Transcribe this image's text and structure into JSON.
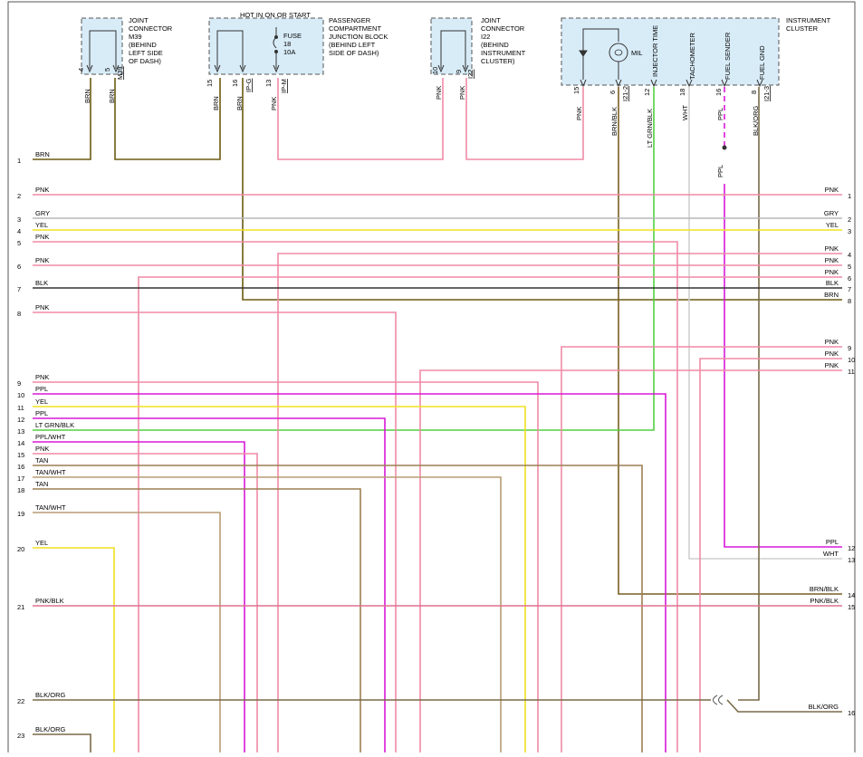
{
  "components": {
    "m39": {
      "lines": [
        "JOINT",
        "CONNECTOR",
        "M39",
        "(BEHIND",
        "LEFT SIDE",
        "OF DASH)"
      ],
      "connector": "M39",
      "pins": [
        "4",
        "5"
      ]
    },
    "junction_block": {
      "header": "HOT IN ON OR START",
      "lines": [
        "PASSENGER",
        "COMPARTMENT",
        "JUNCTION BLOCK",
        "(BEHIND LEFT",
        "SIDE OF DASH)"
      ],
      "fuse": [
        "FUSE",
        "18",
        "10A"
      ],
      "pins": [
        "15",
        "16",
        "13"
      ],
      "connectors": [
        "IP-G",
        "IP-M"
      ]
    },
    "i22": {
      "lines": [
        "JOINT",
        "CONNECTOR",
        "I22",
        "(BEHIND",
        "INSTRUMENT",
        "CLUSTER)"
      ],
      "connector": "I22",
      "pins": [
        "10",
        "9"
      ]
    },
    "cluster": {
      "lines": [
        "INSTRUMENT",
        "CLUSTER"
      ],
      "mil": "MIL",
      "pins": [
        "15",
        "6",
        "12",
        "18",
        "16",
        "8"
      ],
      "connectors": [
        "I21-2",
        "I21-3"
      ],
      "functions": [
        "INJECTOR TIME",
        "TACHOMETER",
        "FUEL SENDER",
        "FUEL GND"
      ]
    }
  },
  "top_wires": {
    "m39": [
      "BRN",
      "BRN"
    ],
    "junction_block": [
      "BRN",
      "BRN",
      "PNK"
    ],
    "i22": [
      "PNK",
      "PNK"
    ],
    "cluster": [
      "PNK",
      "BRN/BLK",
      "LT GRN/BLK",
      "WHT",
      "PPL",
      "BLK/ORG"
    ],
    "cluster_below": "PPL"
  },
  "left_rows": [
    {
      "num": "1",
      "label": "BRN",
      "color": "#6b5a12"
    },
    {
      "num": "2",
      "label": "PNK",
      "color": "#f08aa6"
    },
    {
      "num": "3",
      "label": "GRY",
      "color": "#b8b8b8"
    },
    {
      "num": "4",
      "label": "YEL",
      "color": "#f0e020"
    },
    {
      "num": "5",
      "label": "PNK",
      "color": "#f08aa6"
    },
    {
      "num": "6",
      "label": "PNK",
      "color": "#f08aa6"
    },
    {
      "num": "7",
      "label": "BLK",
      "color": "#333333"
    },
    {
      "num": "8",
      "label": "PNK",
      "color": "#f08aa6"
    },
    {
      "num": "9",
      "label": "PNK",
      "color": "#f08aa6"
    },
    {
      "num": "10",
      "label": "PPL",
      "color": "#d818d8"
    },
    {
      "num": "11",
      "label": "YEL",
      "color": "#f0e020"
    },
    {
      "num": "12",
      "label": "PPL",
      "color": "#d818d8"
    },
    {
      "num": "13",
      "label": "LT GRN/BLK",
      "color": "#50d040"
    },
    {
      "num": "14",
      "label": "PPL/WHT",
      "color": "#d818d8"
    },
    {
      "num": "15",
      "label": "PNK",
      "color": "#f08aa6"
    },
    {
      "num": "16",
      "label": "TAN",
      "color": "#9c7e52"
    },
    {
      "num": "17",
      "label": "TAN/WHT",
      "color": "#b89c74"
    },
    {
      "num": "18",
      "label": "TAN",
      "color": "#9c7e52"
    },
    {
      "num": "19",
      "label": "TAN/WHT",
      "color": "#b89c74"
    },
    {
      "num": "20",
      "label": "YEL",
      "color": "#f0e020"
    },
    {
      "num": "21",
      "label": "PNK/BLK",
      "color": "#e07090"
    },
    {
      "num": "22",
      "label": "BLK/ORG",
      "color": "#7a6a48"
    },
    {
      "num": "23",
      "label": "BLK/ORG",
      "color": "#7a6a48"
    }
  ],
  "right_rows": [
    {
      "num": "1",
      "label": "PNK"
    },
    {
      "num": "2",
      "label": "GRY"
    },
    {
      "num": "3",
      "label": "YEL"
    },
    {
      "num": "4",
      "label": "PNK"
    },
    {
      "num": "5",
      "label": "PNK"
    },
    {
      "num": "6",
      "label": "PNK"
    },
    {
      "num": "7",
      "label": "BLK"
    },
    {
      "num": "8",
      "label": "BRN"
    },
    {
      "num": "9",
      "label": "PNK"
    },
    {
      "num": "10",
      "label": "PNK"
    },
    {
      "num": "11",
      "label": "PNK"
    },
    {
      "num": "12",
      "label": "PPL"
    },
    {
      "num": "13",
      "label": "WHT"
    },
    {
      "num": "14",
      "label": "BRN/BLK"
    },
    {
      "num": "15",
      "label": "PNK/BLK"
    },
    {
      "num": "16",
      "label": "BLK/ORG"
    }
  ],
  "colors": {
    "component_fill": "#d8ecf8",
    "brown": "#6b5a12",
    "pink": "#f08aa6",
    "purple": "#d818d8",
    "green": "#50d040",
    "white": "#d0d0d0"
  }
}
